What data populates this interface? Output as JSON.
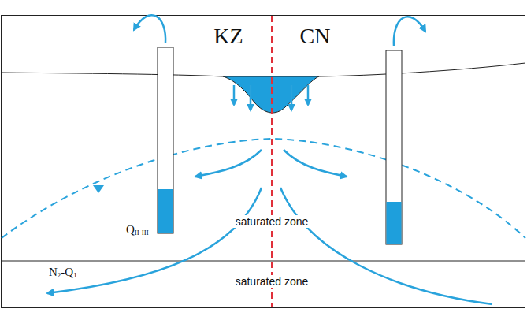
{
  "diagram": {
    "labels": [
      "KZ",
      "CN",
      "saturated zone",
      "Q",
      "II-III",
      "saturated zone",
      "N",
      "2",
      "-Q",
      "1"
    ]
  }
}
